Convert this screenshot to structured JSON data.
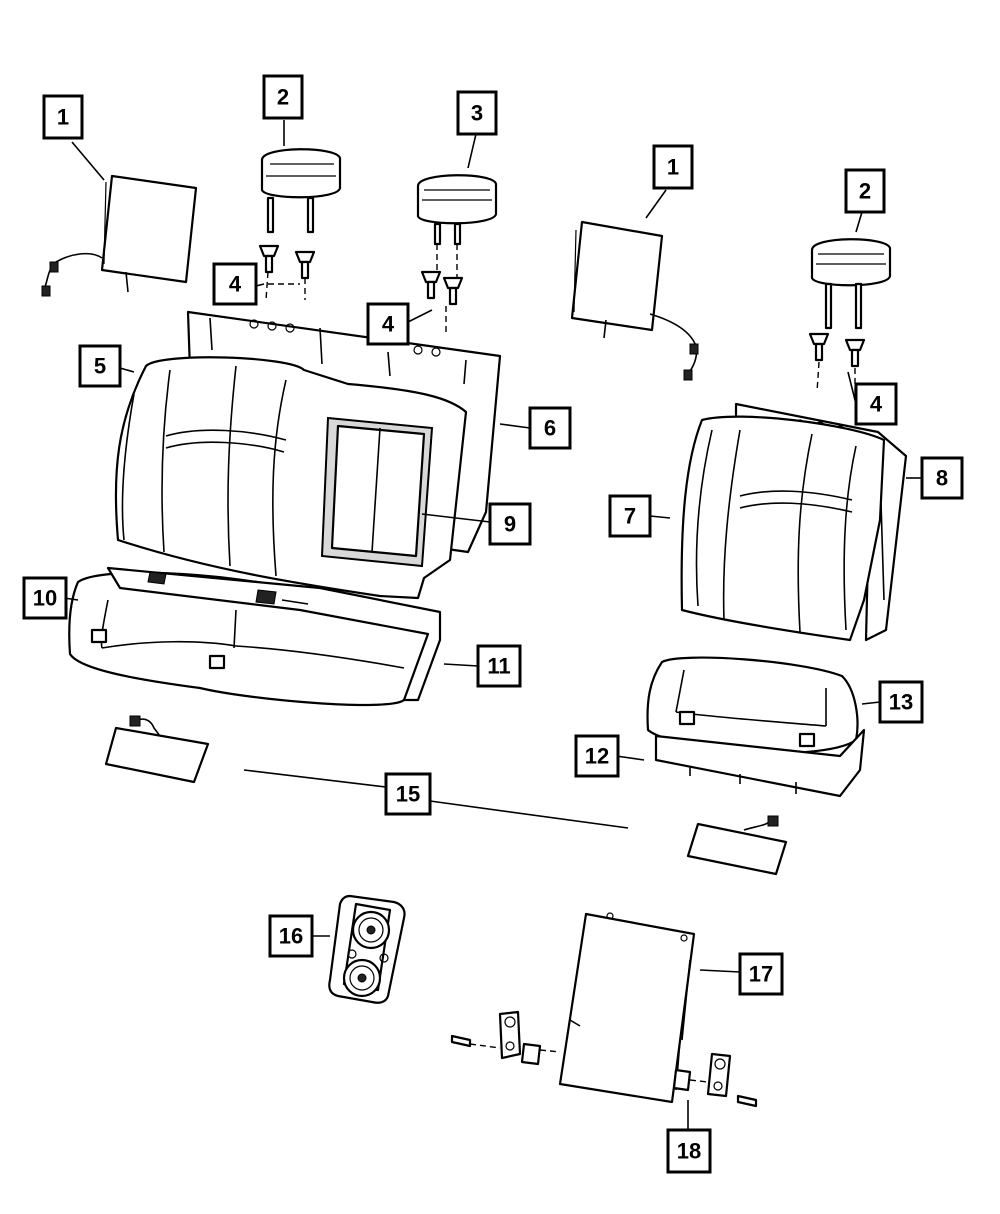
{
  "callouts": {
    "c1a": "1",
    "c2a": "2",
    "c3": "3",
    "c1b": "1",
    "c2b": "2",
    "c4a": "4",
    "c4b": "4",
    "c4c": "4",
    "c5": "5",
    "c6": "6",
    "c7": "7",
    "c8": "8",
    "c9": "9",
    "c10": "10",
    "c11": "11",
    "c12": "12",
    "c13": "13",
    "c15": "15",
    "c16": "16",
    "c17": "17",
    "c18": "18"
  },
  "colors": {
    "line": "#000000",
    "background": "#ffffff",
    "shade": "#d8d8d8"
  }
}
